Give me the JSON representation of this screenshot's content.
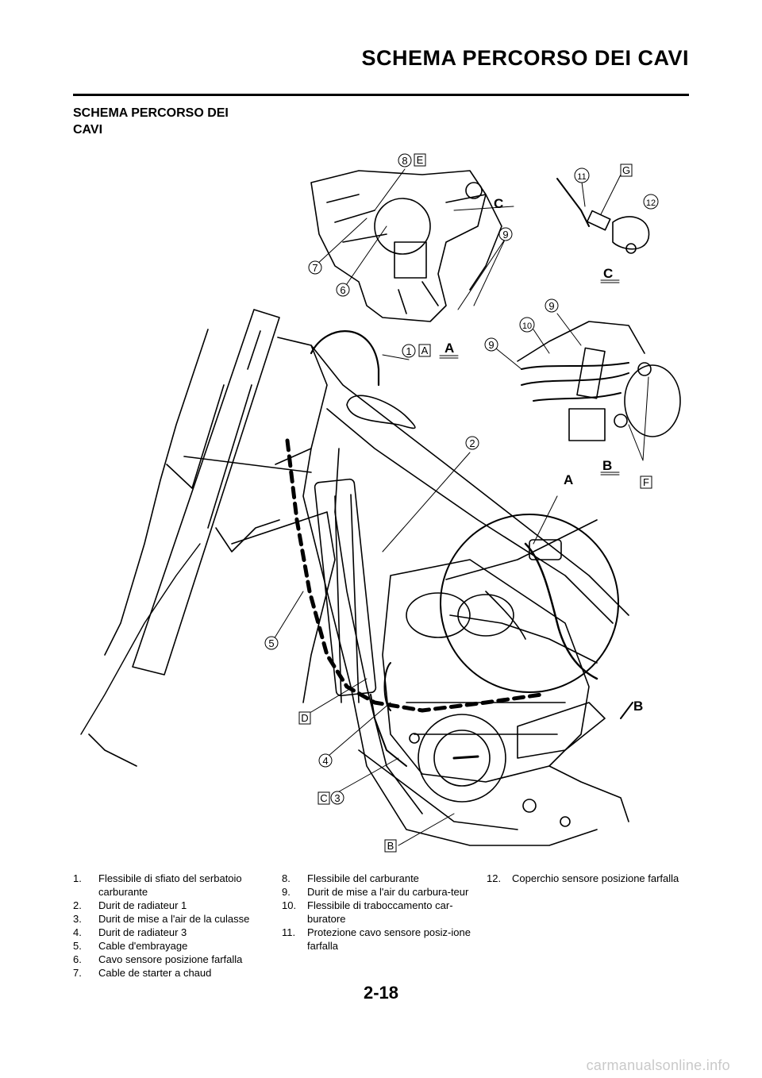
{
  "header": {
    "title": "SCHEMA PERCORSO DEI CAVI"
  },
  "section": {
    "heading_line1": "SCHEMA PERCORSO DEI",
    "heading_line2": "CAVI"
  },
  "figure": {
    "callouts": {
      "n1": "1",
      "n2": "2",
      "n3": "3",
      "n4": "4",
      "n5": "5",
      "n6": "6",
      "n7": "7",
      "n8": "8",
      "n9": "9",
      "n10": "10",
      "n11": "11",
      "n12": "12",
      "box_a": "A",
      "box_b": "B",
      "box_c": "C",
      "box_d": "D",
      "box_e": "E",
      "box_f": "F",
      "box_g": "G"
    },
    "views": {
      "a": "A",
      "b": "B",
      "c": "C"
    }
  },
  "legend": {
    "items": [
      {
        "num": "1.",
        "text": "Flessibile di sfiato del serbatoio carburante"
      },
      {
        "num": "2.",
        "text": "Durit de radiateur 1"
      },
      {
        "num": "3.",
        "text": "Durit de mise a l'air de la culasse"
      },
      {
        "num": "4.",
        "text": "Durit de radiateur 3"
      },
      {
        "num": "5.",
        "text": "Cable d'embrayage"
      },
      {
        "num": "6.",
        "text": "Cavo sensore posizione farfalla"
      },
      {
        "num": "7.",
        "text": "Cable de starter a chaud"
      },
      {
        "num": "8.",
        "text": "Flessibile del carburante"
      },
      {
        "num": "9.",
        "text": "Durit de mise a l'air du carbura-teur"
      },
      {
        "num": "10.",
        "text": "Flessibile di traboccamento car-buratore"
      },
      {
        "num": "11.",
        "text": "Protezione cavo sensore posiz-ione farfalla"
      },
      {
        "num": "12.",
        "text": "Coperchio sensore posizione farfalla"
      }
    ]
  },
  "footer": {
    "page_number": "2-18",
    "watermark": "carmanualsonline.info"
  }
}
